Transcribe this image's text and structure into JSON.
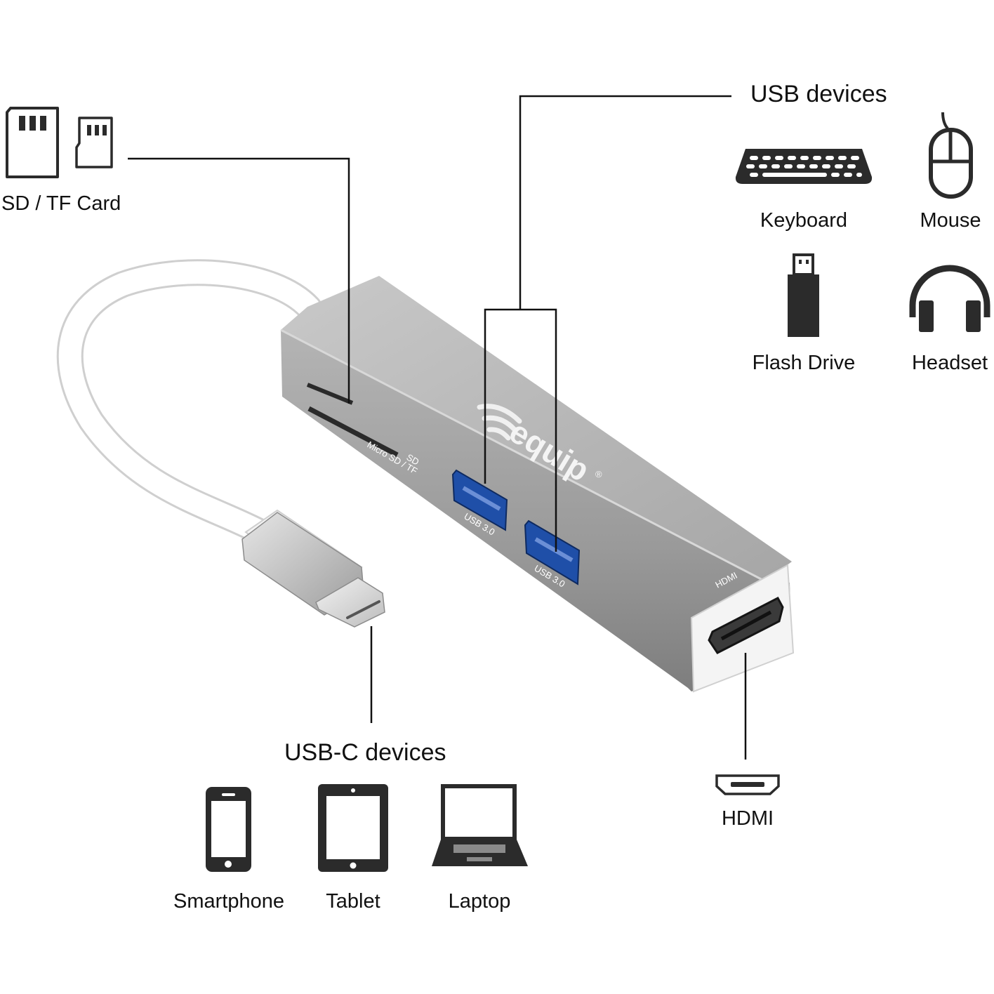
{
  "groups": {
    "card": {
      "title": "SD / TF Card"
    },
    "usb": {
      "title": "USB devices",
      "items": [
        "Keyboard",
        "Mouse",
        "Flash Drive",
        "Headset"
      ]
    },
    "usbc": {
      "title": "USB-C devices",
      "items": [
        "Smartphone",
        "Tablet",
        "Laptop"
      ]
    },
    "hdmi": {
      "title": "HDMI"
    }
  },
  "device": {
    "brand": "equip",
    "brand_mark": "®",
    "slot_labels": {
      "sd": "SD",
      "micro": "Micro SD / TF"
    },
    "usb_port_label": "USB 3.0",
    "hdmi_port_label": "HDMI"
  },
  "colors": {
    "housing": "#a9a9a9",
    "usb_blue": "#1f4fa8",
    "icon": "#2b2b2b",
    "cable": "#ffffff"
  },
  "icons": [
    "sd-card-icon",
    "micro-sd-card-icon",
    "keyboard-icon",
    "mouse-icon",
    "flash-drive-icon",
    "headset-icon",
    "smartphone-icon",
    "tablet-icon",
    "laptop-icon",
    "hdmi-port-icon"
  ]
}
